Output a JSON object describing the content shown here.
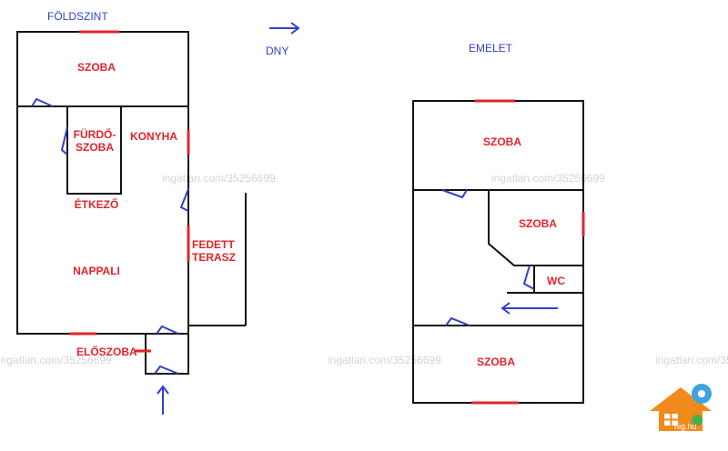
{
  "floors": {
    "ground": "FÖLDSZINT",
    "upper": "EMELET"
  },
  "orientation": {
    "label": "DNY"
  },
  "rooms": {
    "ground_szoba": "SZOBA",
    "furdo_1": "FÜRDŐ-",
    "furdo_2": "SZOBA",
    "konyha": "KONYHA",
    "etkezo": "ÉTKEZŐ",
    "nappali": "NAPPALI",
    "terasz_1": "FEDETT",
    "terasz_2": "TERASZ",
    "eloszoba": "ELŐSZOBA",
    "upper_szoba_top": "SZOBA",
    "upper_szoba_mid": "SZOBA",
    "wc": "WC",
    "upper_szoba_bottom": "SZOBA"
  },
  "watermark": {
    "text": "ingatlan.com/35256699",
    "logo_text": "nig.hu"
  },
  "colors": {
    "walls": "#111111",
    "windows": "#e0252b",
    "doors_and_arrows": "#3140c8",
    "room_labels": "#e0252b",
    "floor_labels": "#3140c8",
    "watermark": "#d4d4d4",
    "logo_orange": "#f08a1c",
    "logo_blue": "#3fa3e0"
  }
}
